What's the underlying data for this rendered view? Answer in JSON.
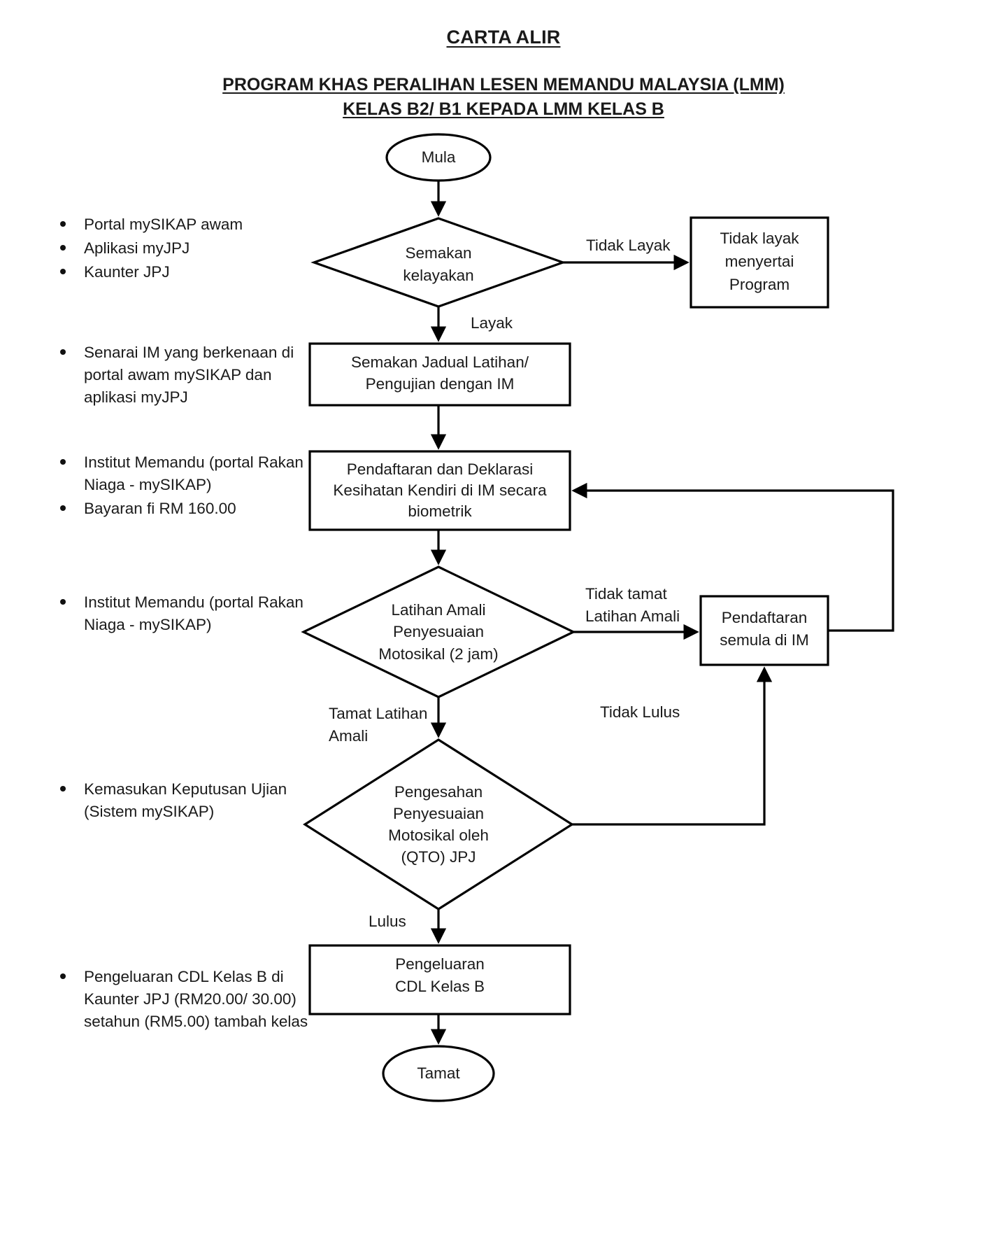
{
  "document": {
    "title": "CARTA ALIR",
    "subtitle_line1": "PROGRAM KHAS PERALIHAN LESEN MEMANDU MALAYSIA (LMM)",
    "subtitle_line2": "KELAS B2/ B1 KEPADA LMM KELAS B"
  },
  "notes": [
    {
      "id": "note-channels",
      "items": [
        "Portal mySIKAP awam",
        "Aplikasi myJPJ",
        "Kaunter JPJ"
      ]
    },
    {
      "id": "note-im-list",
      "items": [
        "Senarai IM yang berkenaan di portal awam mySIKAP dan aplikasi myJPJ"
      ]
    },
    {
      "id": "note-registration-fee",
      "items": [
        "Institut Memandu (portal Rakan Niaga - mySIKAP)",
        "Bayaran fi RM 160.00"
      ]
    },
    {
      "id": "note-training-institute",
      "items": [
        "Institut Memandu (portal Rakan Niaga - mySIKAP)"
      ]
    },
    {
      "id": "note-result-entry",
      "items": [
        "Kemasukan Keputusan Ujian (Sistem mySIKAP)"
      ]
    },
    {
      "id": "note-cdl-issuance",
      "items": [
        "Pengeluaran CDL Kelas B di Kaunter JPJ (RM20.00/ 30.00) setahun (RM5.00) tambah kelas"
      ]
    }
  ],
  "chart_data": {
    "type": "diagram",
    "diagram_kind": "flowchart",
    "title": "CARTA ALIR",
    "nodes": [
      {
        "id": "mula",
        "shape": "ellipse",
        "lines": [
          "Mula"
        ]
      },
      {
        "id": "semakan-kelayakan",
        "shape": "diamond",
        "lines": [
          "Semakan",
          "kelayakan"
        ]
      },
      {
        "id": "tidak-layak-menyertai",
        "shape": "rect",
        "lines": [
          "Tidak layak",
          "menyertai",
          "Program"
        ]
      },
      {
        "id": "semakan-jadual",
        "shape": "rect",
        "lines": [
          "Semakan Jadual Latihan/",
          "Pengujian dengan IM"
        ]
      },
      {
        "id": "pendaftaran-deklarasi",
        "shape": "rect",
        "lines": [
          "Pendaftaran dan Deklarasi",
          "Kesihatan Kendiri di IM secara",
          "biometrik"
        ]
      },
      {
        "id": "latihan-amali",
        "shape": "diamond",
        "lines": [
          "Latihan Amali",
          "Penyesuaian",
          "Motosikal (2 jam)"
        ]
      },
      {
        "id": "pendaftaran-semula",
        "shape": "rect",
        "lines": [
          "Pendaftaran",
          "semula di IM"
        ]
      },
      {
        "id": "pengesahan-qto",
        "shape": "diamond",
        "lines": [
          "Pengesahan",
          "Penyesuaian",
          "Motosikal oleh",
          "(QTO) JPJ"
        ]
      },
      {
        "id": "pengeluaran-cdl",
        "shape": "rect",
        "lines": [
          "Pengeluaran",
          "CDL Kelas B"
        ]
      },
      {
        "id": "tamat",
        "shape": "ellipse",
        "lines": [
          "Tamat"
        ]
      }
    ],
    "edges": [
      {
        "from": "mula",
        "to": "semakan-kelayakan",
        "label": ""
      },
      {
        "from": "semakan-kelayakan",
        "to": "tidak-layak-menyertai",
        "label": "Tidak Layak"
      },
      {
        "from": "semakan-kelayakan",
        "to": "semakan-jadual",
        "label": "Layak"
      },
      {
        "from": "semakan-jadual",
        "to": "pendaftaran-deklarasi",
        "label": ""
      },
      {
        "from": "pendaftaran-deklarasi",
        "to": "latihan-amali",
        "label": ""
      },
      {
        "from": "latihan-amali",
        "to": "pendaftaran-semula",
        "label": "Tidak tamat Latihan Amali"
      },
      {
        "from": "latihan-amali",
        "to": "pengesahan-qto",
        "label": "Tamat Latihan Amali"
      },
      {
        "from": "pengesahan-qto",
        "to": "pendaftaran-semula",
        "label": "Tidak Lulus"
      },
      {
        "from": "pengesahan-qto",
        "to": "pengeluaran-cdl",
        "label": "Lulus"
      },
      {
        "from": "pendaftaran-semula",
        "to": "pendaftaran-deklarasi",
        "label": ""
      },
      {
        "from": "pengeluaran-cdl",
        "to": "tamat",
        "label": ""
      }
    ],
    "edge_labels": [
      "Tidak Layak",
      "Layak",
      "Tidak tamat",
      "Latihan Amali",
      "Tamat Latihan",
      "Amali",
      "Tidak Lulus",
      "Lulus"
    ]
  },
  "flow": {
    "mula": {
      "line1": "Mula"
    },
    "semakan_kelayakan": {
      "line1": "Semakan",
      "line2": "kelayakan"
    },
    "tidak_layak": {
      "line1": "Tidak layak",
      "line2": "menyertai",
      "line3": "Program"
    },
    "semakan_jadual": {
      "line1": "Semakan Jadual Latihan/",
      "line2": "Pengujian dengan IM"
    },
    "pendaftaran_deklarasi": {
      "line1": "Pendaftaran dan Deklarasi",
      "line2": "Kesihatan Kendiri di IM secara",
      "line3": "biometrik"
    },
    "latihan_amali": {
      "line1": "Latihan Amali",
      "line2": "Penyesuaian",
      "line3": "Motosikal (2 jam)"
    },
    "pendaftaran_semula": {
      "line1": "Pendaftaran",
      "line2": "semula di IM"
    },
    "pengesahan_qto": {
      "line1": "Pengesahan",
      "line2": "Penyesuaian",
      "line3": "Motosikal oleh",
      "line4": "(QTO) JPJ"
    },
    "pengeluaran_cdl": {
      "line1": "Pengeluaran",
      "line2": "CDL Kelas B"
    },
    "tamat": {
      "line1": "Tamat"
    },
    "labels": {
      "tidak_layak": "Tidak Layak",
      "layak": "Layak",
      "tidak_tamat_1": "Tidak tamat",
      "tidak_tamat_2": "Latihan Amali",
      "tamat_latihan_1": "Tamat Latihan",
      "tamat_latihan_2": "Amali",
      "tidak_lulus": "Tidak Lulus",
      "lulus": "Lulus"
    }
  },
  "colors": {
    "stroke": "#000000",
    "text": "#1a1a1a",
    "background": "#ffffff"
  }
}
